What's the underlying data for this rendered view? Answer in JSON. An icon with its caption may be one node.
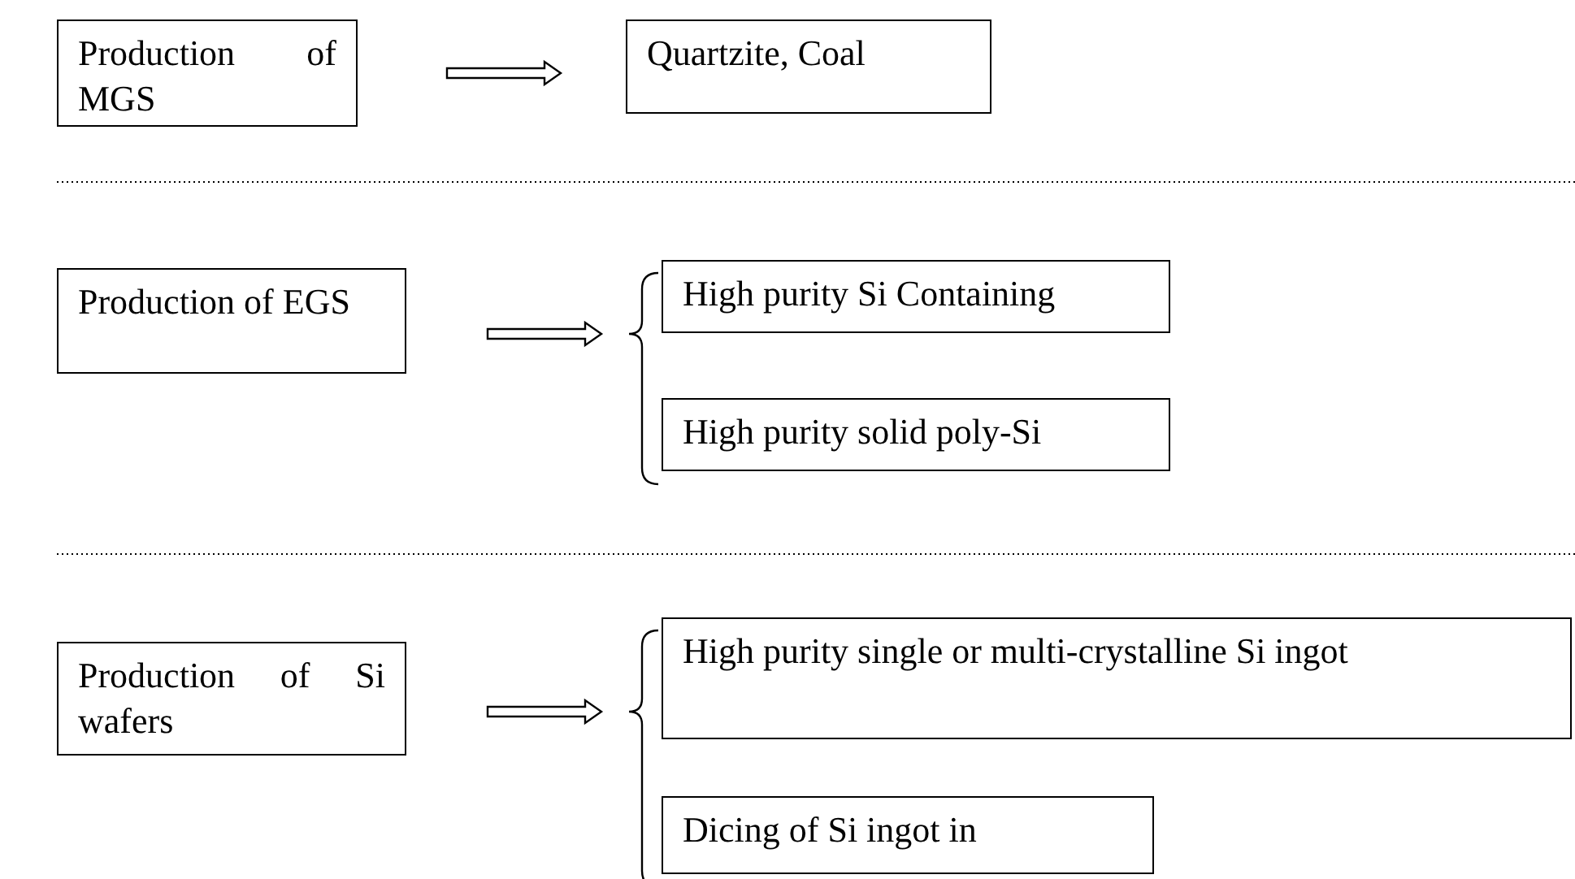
{
  "diagram": {
    "nodes": [
      {
        "text": [
          "Production of MGS"
        ]
      },
      {
        "text": [
          "Quartzite, Coal"
        ]
      },
      {
        "text": [
          "Production of EGS"
        ]
      },
      {
        "text": [
          "High purity Si Containing"
        ]
      },
      {
        "text": [
          "High purity solid poly-Si"
        ]
      },
      {
        "text": [
          "Production of Si wafers"
        ]
      },
      {
        "text": [
          "High purity single or multi-crystalline Si ingot"
        ]
      },
      {
        "text": [
          "Dicing of Si ingot in"
        ]
      }
    ],
    "edges": [
      {
        "from": 0,
        "to": 1,
        "arrow": "to"
      },
      {
        "from": 2,
        "to": 3,
        "arrow": "to"
      },
      {
        "from": 2,
        "to": 4,
        "arrow": "to"
      },
      {
        "from": 5,
        "to": 6,
        "arrow": "to"
      },
      {
        "from": 5,
        "to": 7,
        "arrow": "to"
      }
    ]
  }
}
